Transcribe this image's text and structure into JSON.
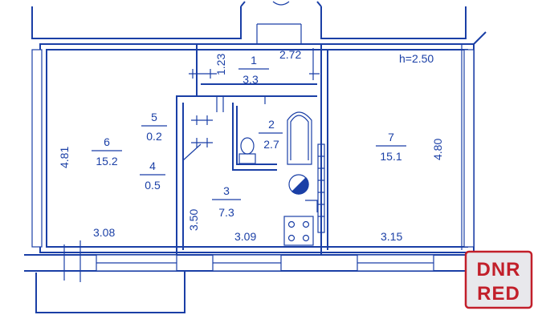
{
  "ceiling_height": "h=2.50",
  "rooms": [
    {
      "id": "1",
      "area": "3.3"
    },
    {
      "id": "2",
      "area": "2.7"
    },
    {
      "id": "3",
      "area": "7.3"
    },
    {
      "id": "4",
      "area": "0.5"
    },
    {
      "id": "5",
      "area": "0.2"
    },
    {
      "id": "6",
      "area": "15.2"
    },
    {
      "id": "7",
      "area": "15.1"
    }
  ],
  "dimensions": {
    "corridor_width": "2.72",
    "room1_depth": "1.23",
    "room6_length": "4.81",
    "room6_width": "3.08",
    "room3_length": "3.50",
    "room3_width": "3.09",
    "room7_length": "4.80",
    "room7_width": "3.15"
  },
  "watermark": {
    "line1": "DNR",
    "line2": "RED"
  },
  "colors": {
    "ink": "#1a3fa6",
    "watermark": "#c21f2a"
  }
}
